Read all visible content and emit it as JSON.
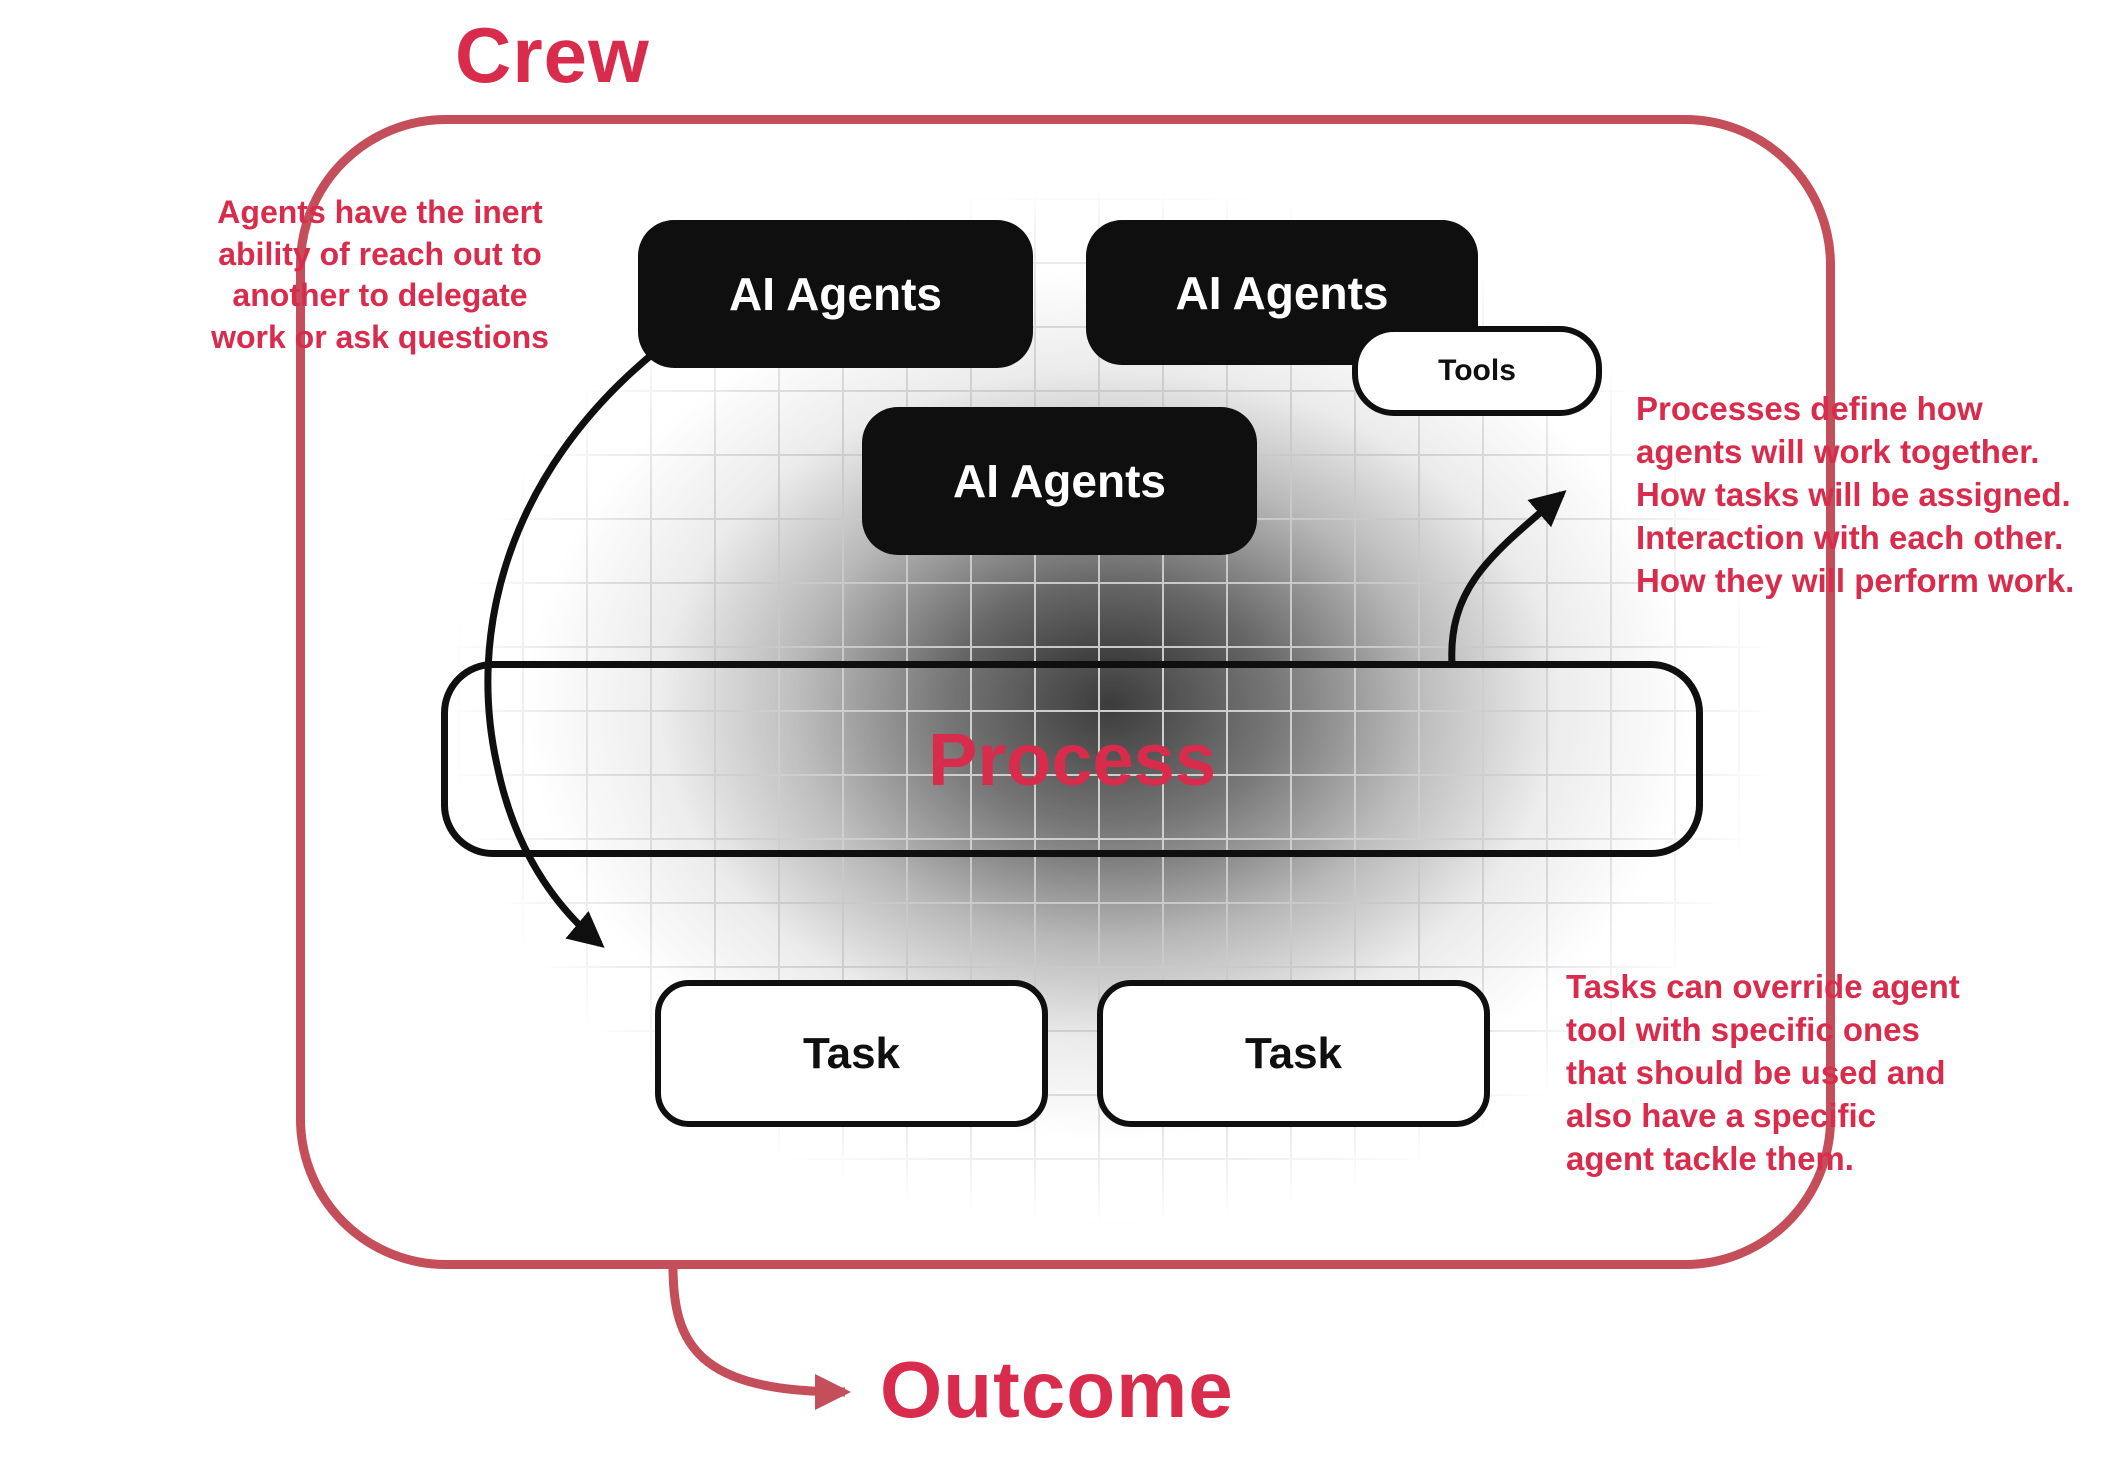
{
  "title": "Crew",
  "outcome_label": "Outcome",
  "nodes": {
    "ai_agents": "AI Agents",
    "tools": "Tools",
    "process": "Process",
    "task": "Task"
  },
  "annotations": {
    "agents_note": "Agents have the inert\nability of reach out to\nanother to delegate\nwork or ask questions",
    "process_note": "Processes define how\nagents will work together.\nHow tasks will be assigned.\nInteraction with each other.\nHow they will perform work.",
    "tasks_note": "Tasks can override agent\ntool with specific ones\nthat should be used and\nalso have a specific\nagent tackle them."
  },
  "colors": {
    "accent_text": "#d92b4b",
    "border_red": "#c44f5a",
    "node_black": "#0f0f0f",
    "grid_line": "#c9c9c9"
  }
}
